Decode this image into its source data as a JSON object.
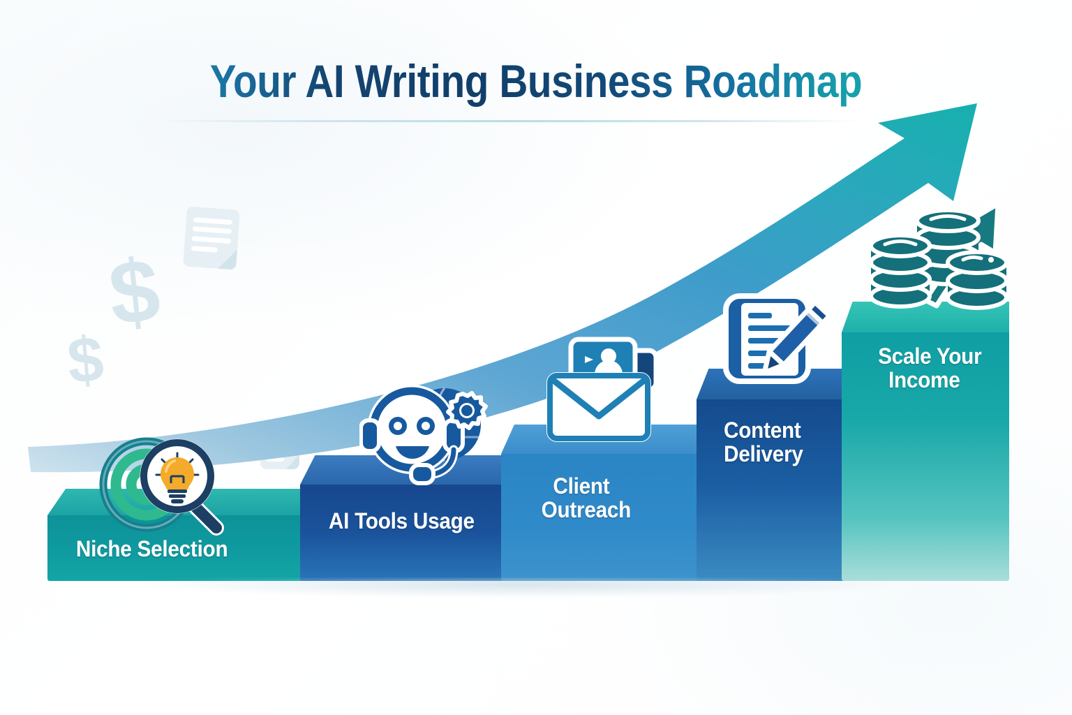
{
  "header": {
    "title": "Your AI Writing Business Roadmap"
  },
  "colors": {
    "title_teal": "#17a5ad",
    "title_navy": "#123f6a",
    "step1_teal": "#0e9298",
    "step2_navy": "#1b4f96",
    "step3_blue": "#2a83c4",
    "step4_blue": "#1d5aa0",
    "step5_teal": "#16a6a6",
    "arrow_teal": "#1fa8a8",
    "arrow_blue": "#4a9bd1",
    "deco_light": "#d7e6ed",
    "label_text": "#ffffff",
    "bulb_amber": "#f4aa2a"
  },
  "chart_data": {
    "type": "bar",
    "title": "Your AI Writing Business Roadmap",
    "xlabel": "",
    "ylabel": "",
    "categories": [
      "Niche Selection",
      "AI Tools Usage",
      "Client Outreach",
      "Content Delivery",
      "Scale Your Income"
    ],
    "values": [
      1,
      2,
      3,
      4,
      5
    ],
    "ylim": [
      0,
      5
    ],
    "grid": false,
    "legend_position": "none",
    "annotations": [
      "Upward growth arrow rising left-to-right across the steps"
    ]
  },
  "steps": [
    {
      "index": "1",
      "label": "Niche Selection",
      "label_lines": [
        "Niche Selection"
      ],
      "icon": "target-magnifier-bulb-icon",
      "color": "#0e9298",
      "top_color": "#27b0ae",
      "height_rank": 1
    },
    {
      "index": "2",
      "label": "AI Tools Usage",
      "label_lines": [
        "AI Tools Usage"
      ],
      "icon": "robot-headset-gear-icon",
      "color": "#1b4f96",
      "top_color": "#2f6fb5",
      "height_rank": 2
    },
    {
      "index": "3",
      "label": "Client Outreach",
      "label_lines": [
        "Client",
        "Outreach"
      ],
      "icon": "envelope-chat-person-icon",
      "color": "#2a83c4",
      "top_color": "#4a9bd4",
      "height_rank": 3
    },
    {
      "index": "4",
      "label": "Content Delivery",
      "label_lines": [
        "Content",
        "Delivery"
      ],
      "icon": "document-pencil-icon",
      "color": "#1d5aa0",
      "top_color": "#2d72ba",
      "height_rank": 4
    },
    {
      "index": "5",
      "label": "Scale Your Income",
      "label_lines": [
        "Scale Your",
        "Income"
      ],
      "icon": "coins-growth-arrow-icon",
      "color": "#16a6a6",
      "top_color": "#2cbdb4",
      "height_rank": 5
    }
  ],
  "decorations": {
    "dollar_sign": "$",
    "dollar_count": 2,
    "document_count": 2,
    "arrow_icon": "growth-arrow-icon"
  }
}
